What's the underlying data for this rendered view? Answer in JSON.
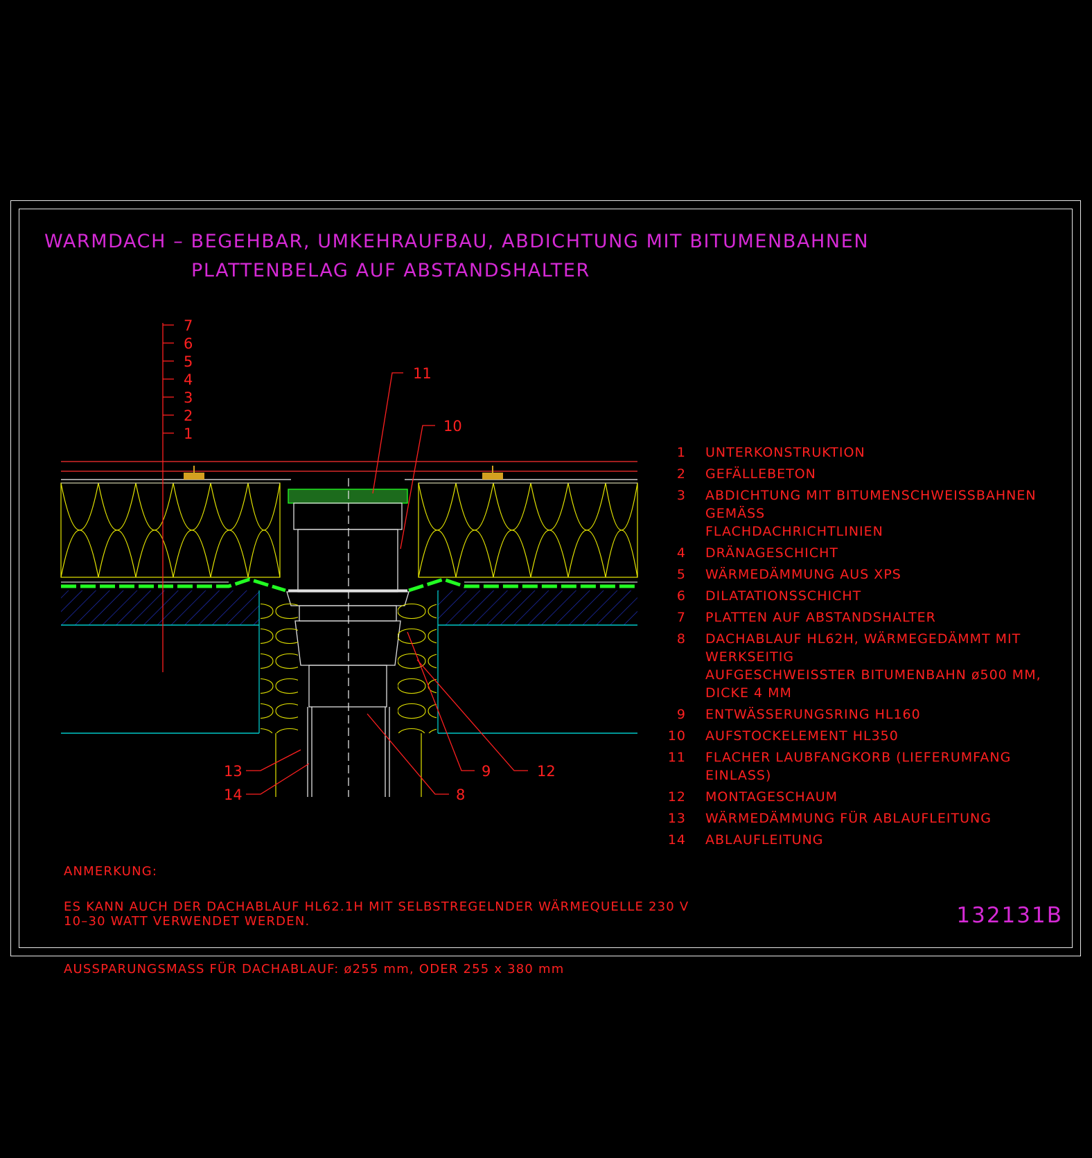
{
  "title": {
    "line1": "WARMDACH – BEGEHBAR, UMKEHRAUFBAU, ABDICHTUNG MIT BITUMENBAHNEN",
    "line2": "PLATTENBELAG AUF ABSTANDSHALTER"
  },
  "drawing_number": "132131B",
  "layer_callouts": [
    "7",
    "6",
    "5",
    "4",
    "3",
    "2",
    "1"
  ],
  "drawing_callouts": {
    "c11": "11",
    "c10": "10",
    "c13": "13",
    "c14": "14",
    "c9": "9",
    "c12": "12",
    "c8": "8"
  },
  "legend": [
    {
      "num": "1",
      "text": "UNTERKONSTRUKTION"
    },
    {
      "num": "2",
      "text": "GEFÄLLEBETON"
    },
    {
      "num": "3",
      "text": "ABDICHTUNG MIT BITUMENSCHWEISSBAHNEN GEMÄSS\nFLACHDACHRICHTLINIEN"
    },
    {
      "num": "4",
      "text": "DRÄNAGESCHICHT"
    },
    {
      "num": "5",
      "text": "WÄRMEDÄMMUNG AUS XPS"
    },
    {
      "num": "6",
      "text": "DILATATIONSSCHICHT"
    },
    {
      "num": "7",
      "text": "PLATTEN AUF ABSTANDSHALTER"
    },
    {
      "num": "8",
      "text": "DACHABLAUF HL62H, WÄRMEGEDÄMMT MIT WERKSEITIG\nAUFGESCHWEISSTER BITUMENBAHN ø500 MM, DICKE 4 MM"
    },
    {
      "num": "9",
      "text": "ENTWÄSSERUNGSRING HL160"
    },
    {
      "num": "10",
      "text": "AUFSTOCKELEMENT HL350"
    },
    {
      "num": "11",
      "text": "FLACHER LAUBFANGKORB (LIEFERUMFANG EINLASS)"
    },
    {
      "num": "12",
      "text": "MONTAGESCHAUM"
    },
    {
      "num": "13",
      "text": "WÄRMEDÄMMUNG FÜR ABLAUFLEITUNG"
    },
    {
      "num": "14",
      "text": "ABLAUFLEITUNG"
    }
  ],
  "notes": {
    "heading": "ANMERKUNG:",
    "note1": "ES KANN AUCH DER DACHABLAUF HL62.1H MIT SELBSTREGELNDER WÄRMEQUELLE 230 V\n10–30 WATT VERWENDET WERDEN.",
    "note2": "AUSSPARUNGSMASS FÜR DACHABLAUF: ø255 mm, ODER 255 x 380 mm"
  },
  "colors": {
    "background": "#000000",
    "frame": "#e8e8e8",
    "title": "#d62ad6",
    "text_red": "#ff2020",
    "insulation": "#e6e600",
    "membrane": "#22ff22",
    "concrete_hatch": "#2233cc",
    "structure": "#00c8c8",
    "drain": "#e0e0e0",
    "spacer": "#d4a020"
  }
}
